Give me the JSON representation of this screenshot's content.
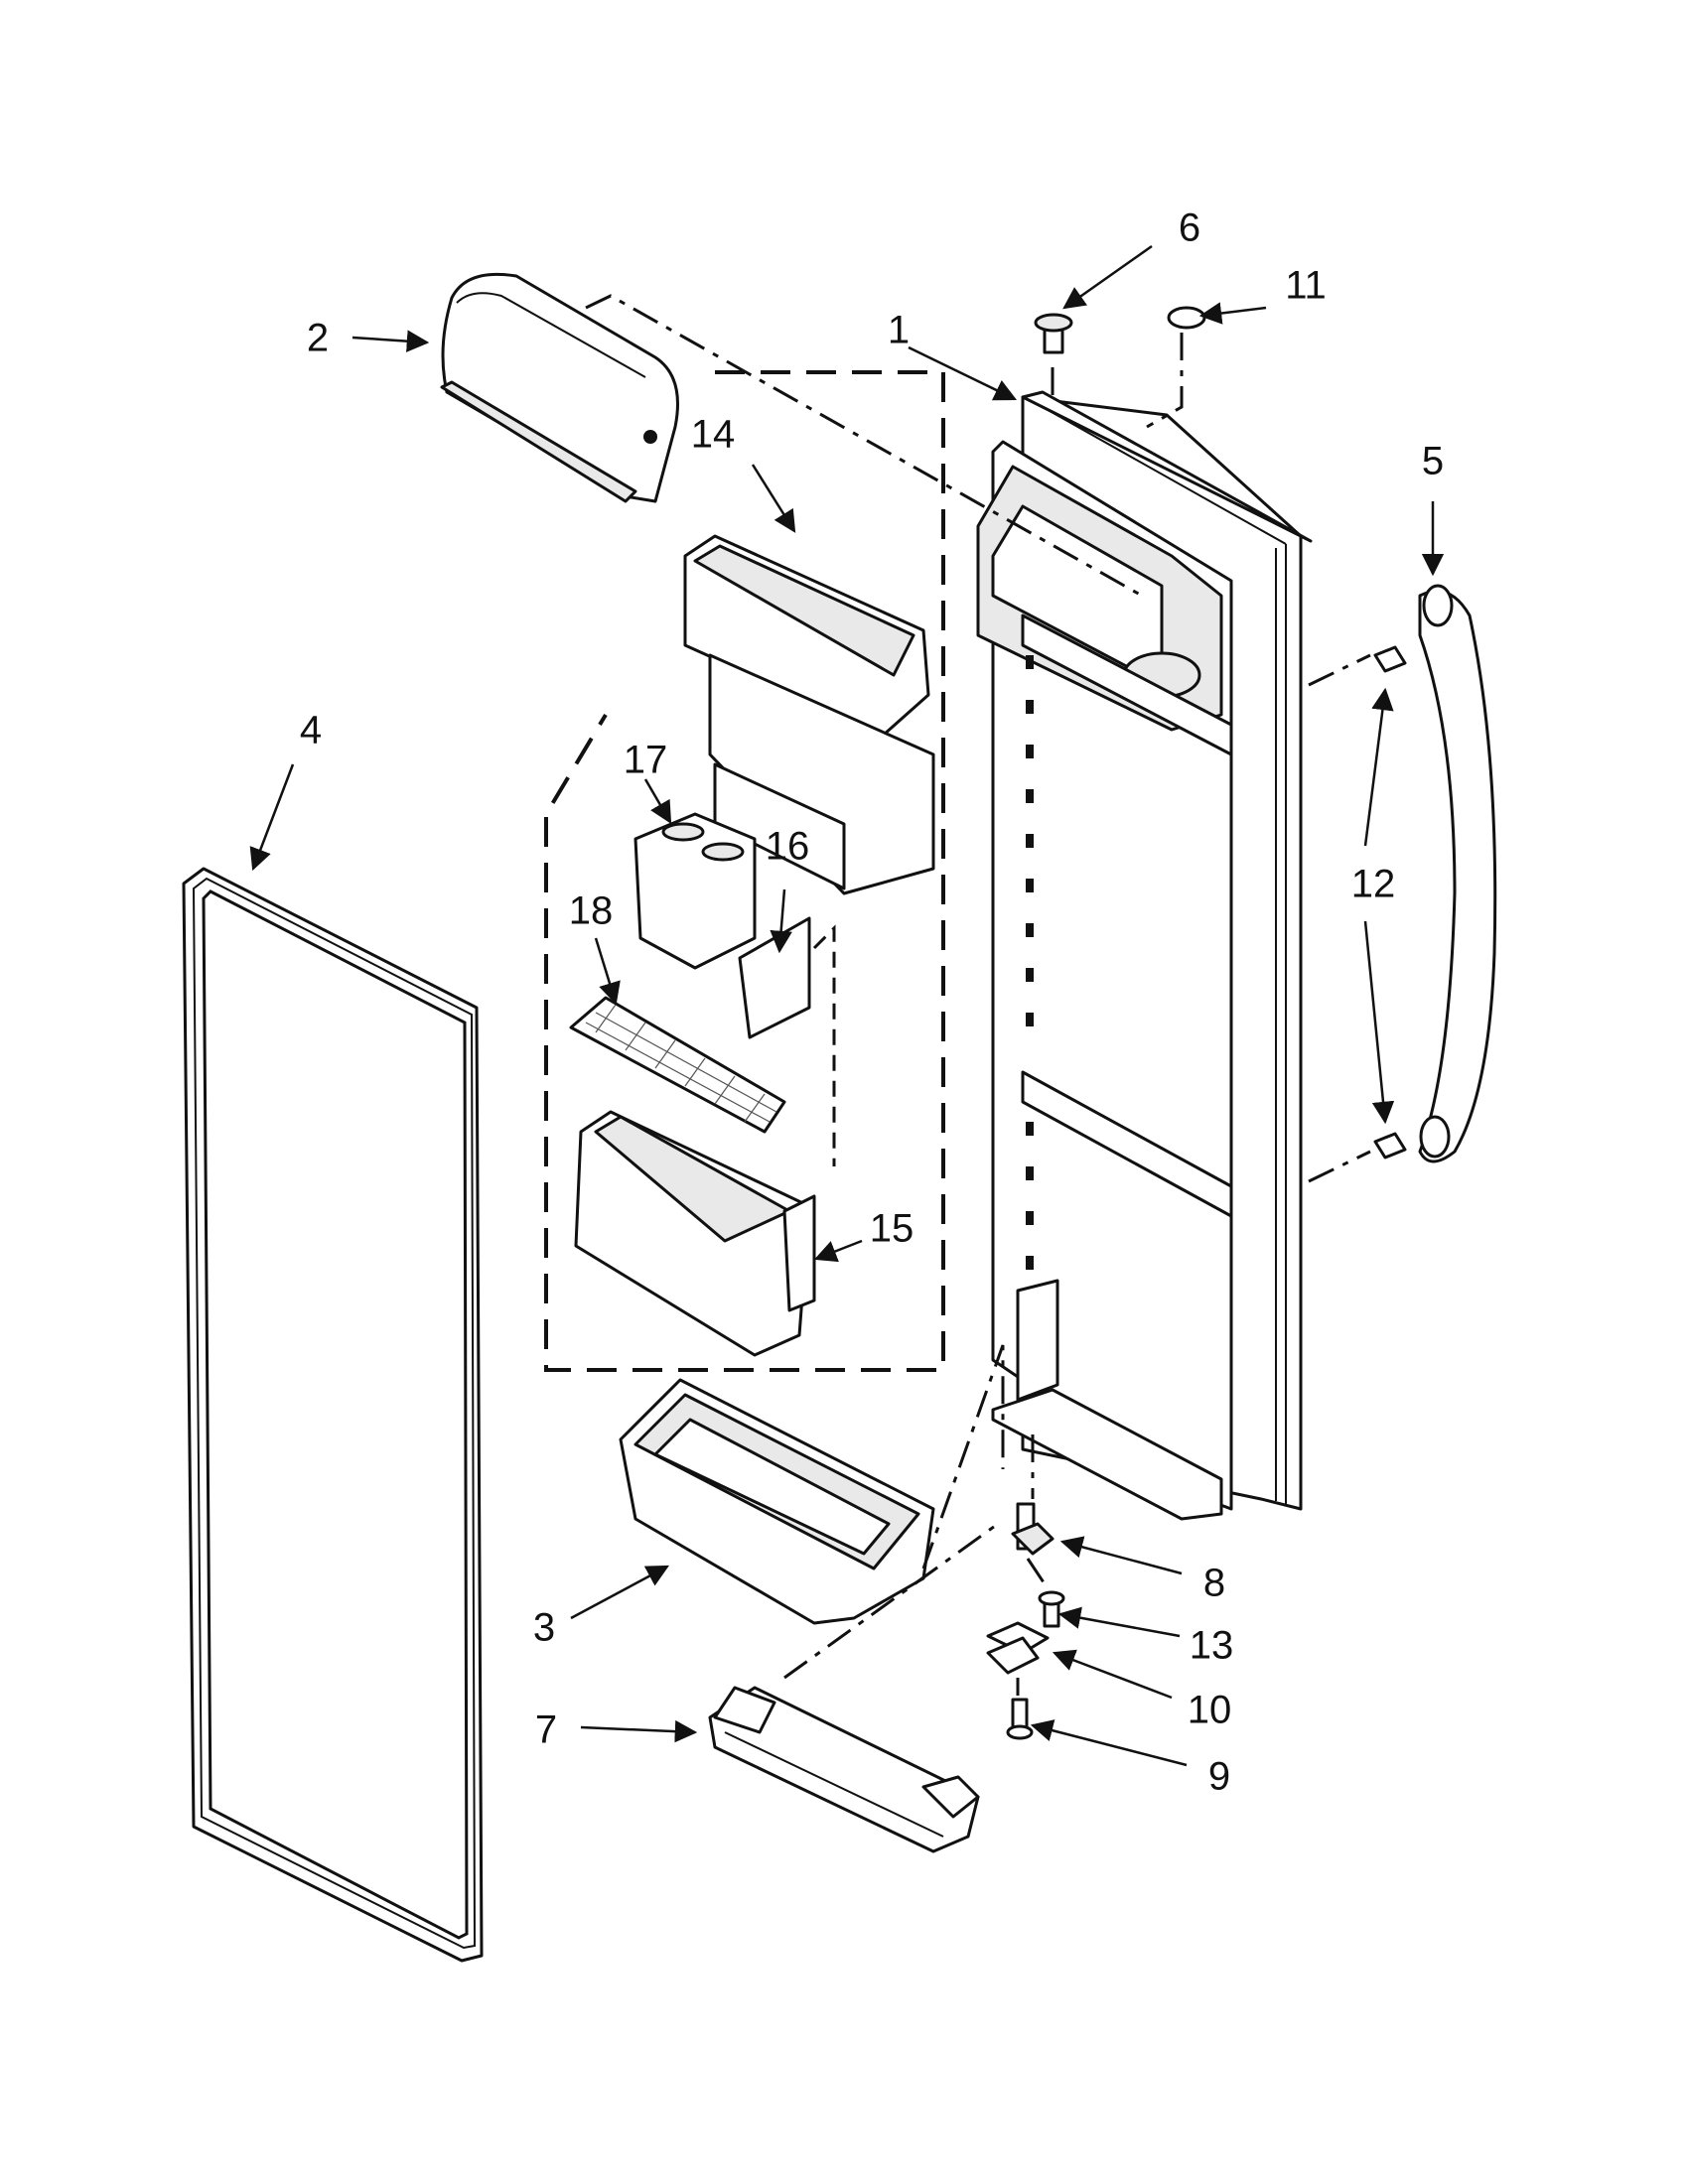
{
  "callouts": [
    {
      "id": "1",
      "label": "1"
    },
    {
      "id": "2",
      "label": "2"
    },
    {
      "id": "3",
      "label": "3"
    },
    {
      "id": "4",
      "label": "4"
    },
    {
      "id": "5",
      "label": "5"
    },
    {
      "id": "6",
      "label": "6"
    },
    {
      "id": "7",
      "label": "7"
    },
    {
      "id": "8",
      "label": "8"
    },
    {
      "id": "9",
      "label": "9"
    },
    {
      "id": "10",
      "label": "10"
    },
    {
      "id": "11",
      "label": "11"
    },
    {
      "id": "12",
      "label": "12"
    },
    {
      "id": "13",
      "label": "13"
    },
    {
      "id": "14",
      "label": "14"
    },
    {
      "id": "15",
      "label": "15"
    },
    {
      "id": "16",
      "label": "16"
    },
    {
      "id": "17",
      "label": "17"
    },
    {
      "id": "18",
      "label": "18"
    }
  ],
  "colors": {
    "line": "#111111",
    "background": "#ffffff",
    "shade": "#e9e9e9"
  }
}
